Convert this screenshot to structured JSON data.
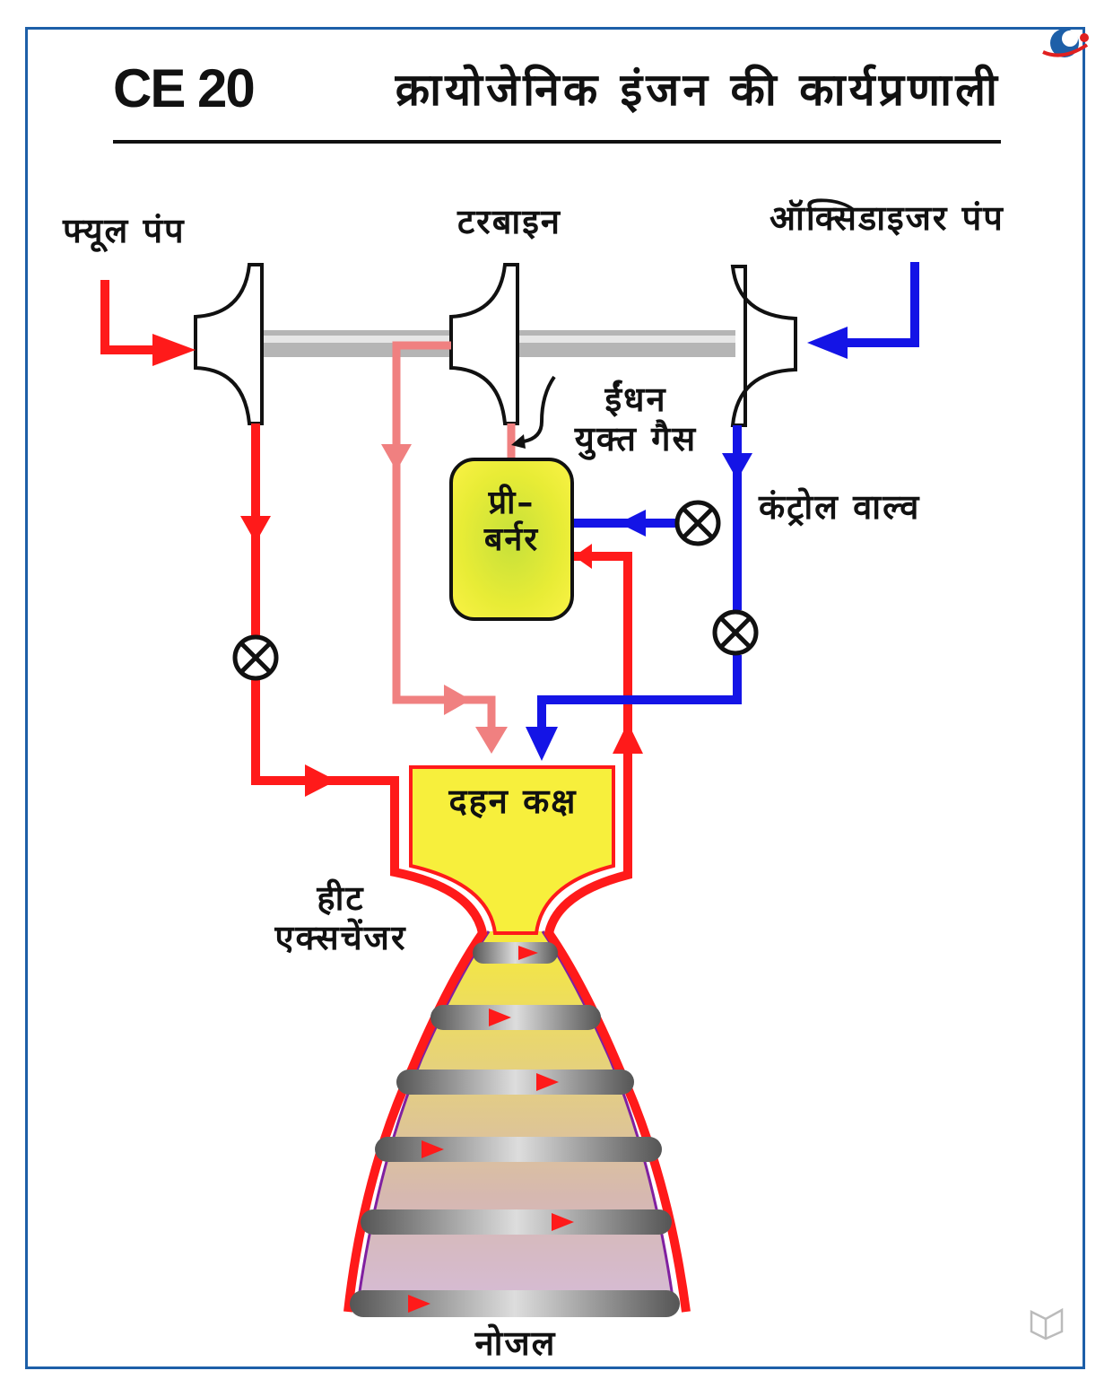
{
  "title": {
    "code": "CE 20",
    "text": "क्रायोजेनिक इंजन की कार्यप्रणाली"
  },
  "labels": {
    "fuel_pump": "फ्यूल पंप",
    "turbine": "टरबाइन",
    "oxidizer_pump": "ऑक्सिडाइजर पंप",
    "fuel_rich_gas_line1": "ईंधन",
    "fuel_rich_gas_line2": "युक्त गैस",
    "pre_burner_line1": "प्री–",
    "pre_burner_line2": "बर्नर",
    "control_valve": "कंट्रोल वाल्व",
    "combustion_chamber": "दहन कक्ष",
    "heat_exchanger_line1": "हीट",
    "heat_exchanger_line2": "एक्सचेंजर",
    "nozzle": "नोजल"
  },
  "colors": {
    "fuel_line": "#ff1a1a",
    "oxidizer_line": "#1414e6",
    "turbine_gas_line": "#f08080",
    "chamber_fill": "#f7ef3c",
    "preburner_fill": "#cde63a",
    "frame": "#1d5fa8",
    "shaft": "#a9a9a9"
  },
  "icons": {
    "logo": "brand-logo-icon",
    "watermark": "book-watermark-icon",
    "valve": "valve-icon"
  }
}
